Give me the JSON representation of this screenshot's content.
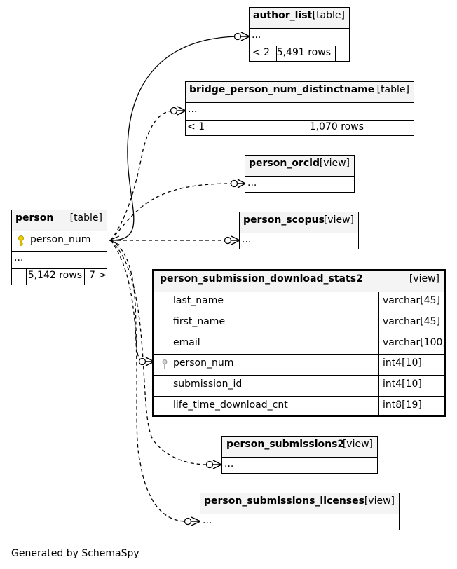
{
  "author_list": {
    "name": "author_list",
    "kind": "[table]",
    "columns": "...",
    "stats": [
      "< 2",
      "5,491 rows",
      ""
    ]
  },
  "bridge": {
    "name": "bridge_person_num_distinctname",
    "kind": "[table]",
    "columns": "...",
    "stats": [
      "< 1",
      "1,070 rows",
      ""
    ]
  },
  "person_orcid": {
    "name": "person_orcid",
    "kind": "[view]",
    "columns": "..."
  },
  "person_scopus": {
    "name": "person_scopus",
    "kind": "[view]",
    "columns": "..."
  },
  "person": {
    "name": "person",
    "kind": "[table]",
    "key_column": "person_num",
    "columns": "...",
    "stats": [
      "",
      "5,142 rows",
      "7 >"
    ]
  },
  "stats2": {
    "name": "person_submission_download_stats2",
    "kind": "[view]",
    "rows": [
      {
        "name": "last_name",
        "type": "varchar[45]"
      },
      {
        "name": "first_name",
        "type": "varchar[45]"
      },
      {
        "name": "email",
        "type": "varchar[100]"
      },
      {
        "name": "person_num",
        "type": "int4[10]"
      },
      {
        "name": "submission_id",
        "type": "int4[10]"
      },
      {
        "name": "life_time_download_cnt",
        "type": "int8[19]"
      }
    ]
  },
  "person_submissions2": {
    "name": "person_submissions2",
    "kind": "[view]",
    "columns": "..."
  },
  "person_submissions_licenses": {
    "name": "person_submissions_licenses",
    "kind": "[view]",
    "columns": "..."
  },
  "footer": "Generated by SchemaSpy"
}
